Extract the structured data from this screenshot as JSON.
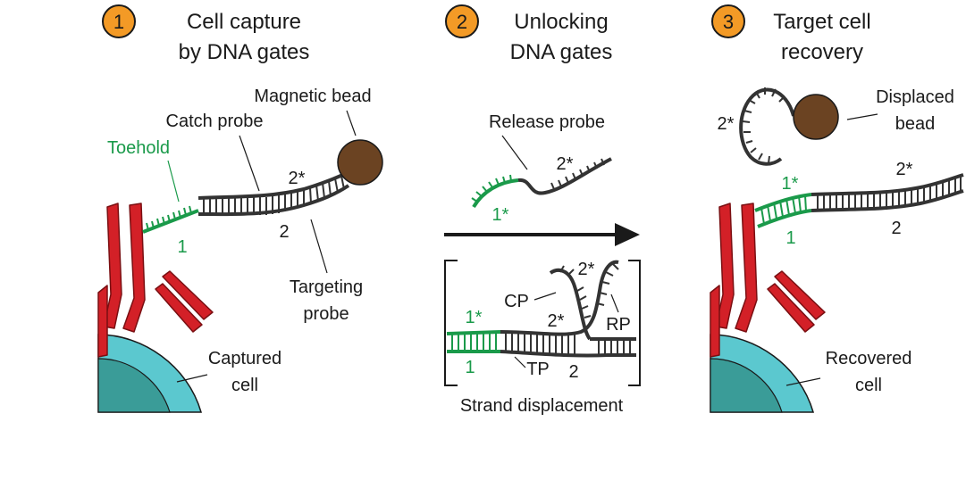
{
  "colors": {
    "antibody": "#d32027",
    "antibody_stroke": "#7a0f12",
    "cell_outer": "#5bc8cf",
    "cell_inner": "#3a9c98",
    "bead": "#6b4322",
    "toehold": "#1a9a4a",
    "dna": "#333333",
    "badge": "#f39a26"
  },
  "panel1": {
    "number": "1",
    "title_line1": "Cell capture",
    "title_line2": "by DNA gates",
    "magnetic_bead": "Magnetic bead",
    "catch_probe": "Catch probe",
    "toehold": "Toehold",
    "domain_2star": "2*",
    "domain_2": "2",
    "domain_1": "1",
    "targeting_probe_line1": "Targeting",
    "targeting_probe_line2": "probe",
    "captured_cell_line1": "Captured",
    "captured_cell_line2": "cell"
  },
  "panel2": {
    "number": "2",
    "title_line1": "Unlocking",
    "title_line2": "DNA gates",
    "release_probe": "Release probe",
    "rp_2star": "2*",
    "rp_1star": "1*",
    "cp_label": "CP",
    "cp_2star_top": "2*",
    "cp_2star_mid": "2*",
    "rp_label": "RP",
    "toehold_1star": "1*",
    "toehold_1": "1",
    "tp_label": "TP",
    "tp_2": "2",
    "strand_displacement": "Strand displacement"
  },
  "panel3": {
    "number": "3",
    "title_line1": "Target cell",
    "title_line2": "recovery",
    "bead_2star": "2*",
    "displaced_bead_line1": "Displaced",
    "displaced_bead_line2": "bead",
    "domain_1star": "1*",
    "domain_2star": "2*",
    "domain_1": "1",
    "domain_2": "2",
    "recovered_cell_line1": "Recovered",
    "recovered_cell_line2": "cell"
  }
}
